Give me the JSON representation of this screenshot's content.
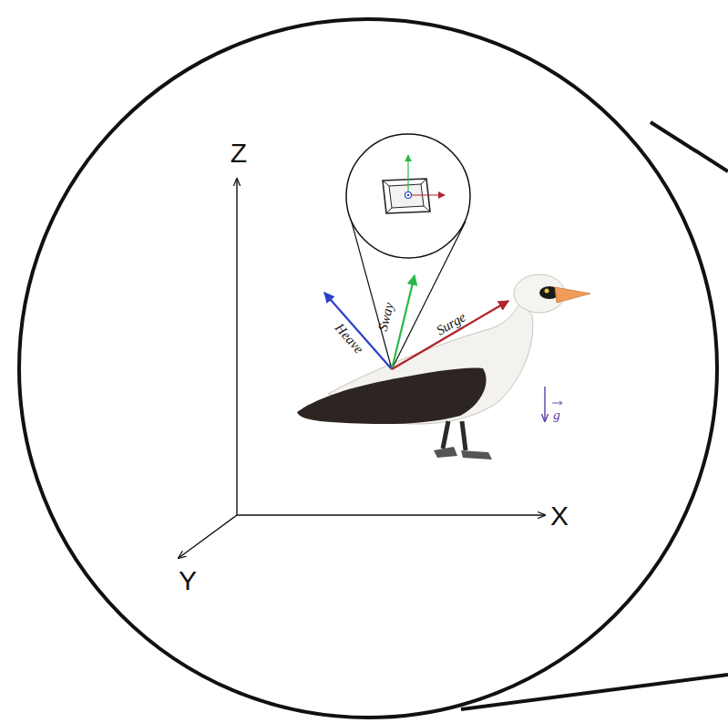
{
  "diagram": {
    "labels": [
      "Z",
      "X",
      "Y",
      "Heave",
      "Sway",
      "Surge",
      "g"
    ]
  }
}
